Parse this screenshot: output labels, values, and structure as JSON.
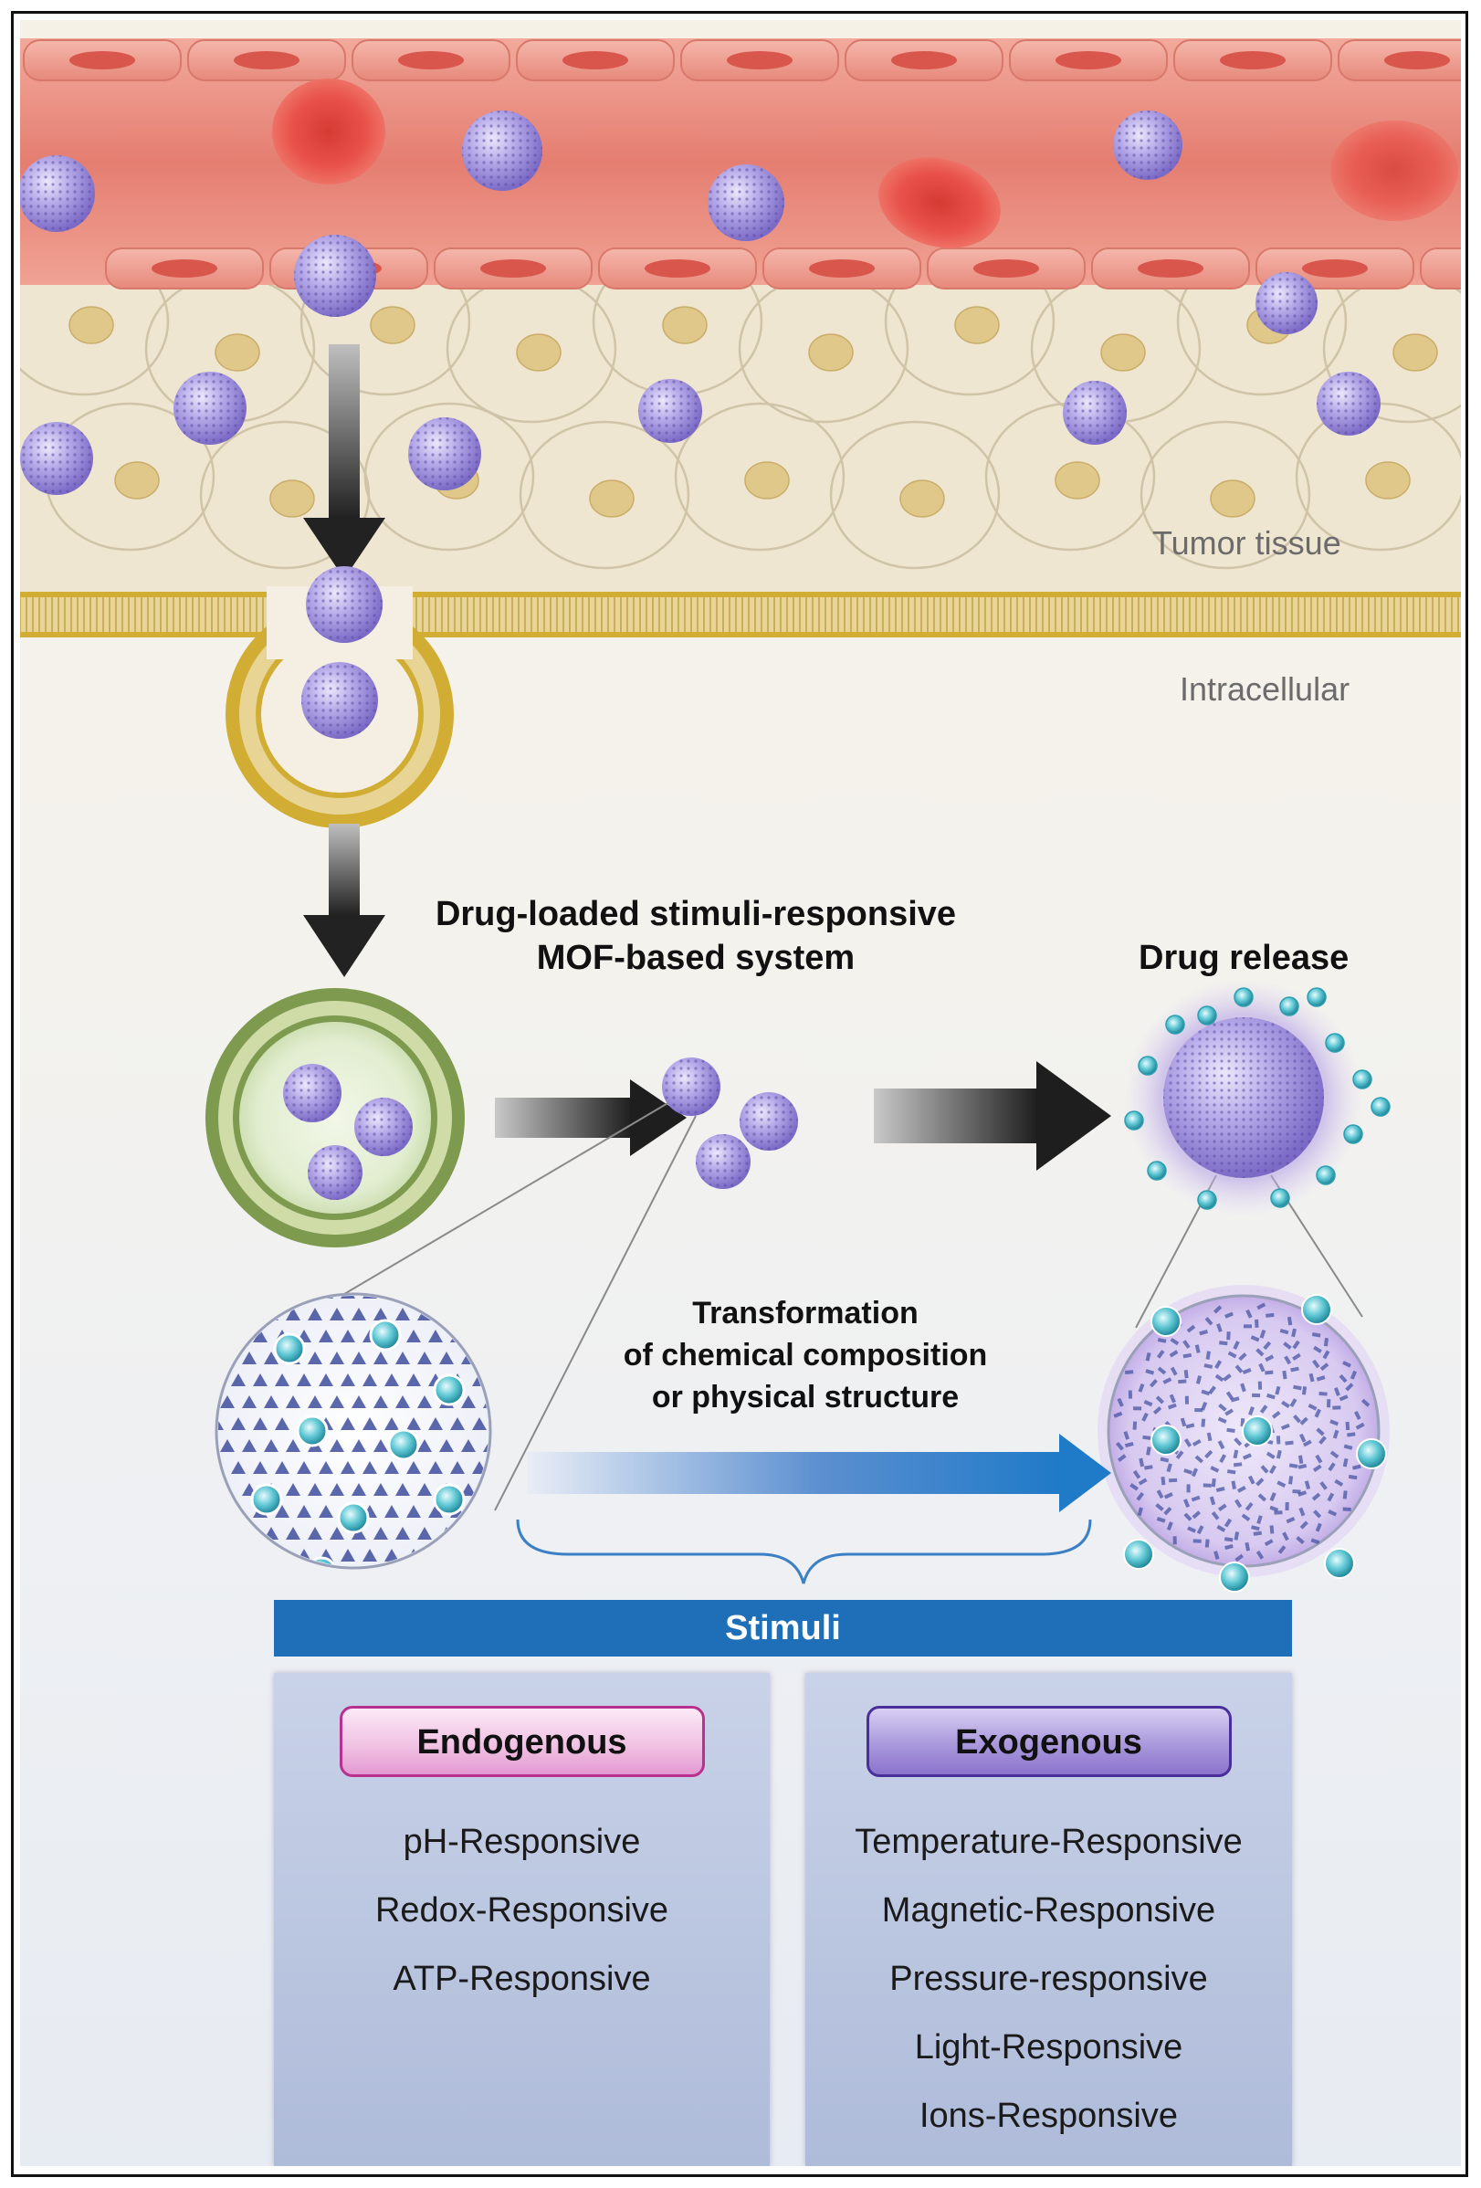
{
  "regions": {
    "tumor_tissue": "Tumor tissue",
    "intracellular": "Intracellular"
  },
  "headings": {
    "system_line1": "Drug-loaded stimuli-responsive",
    "system_line2": "MOF-based system",
    "drug_release": "Drug release"
  },
  "transformation": {
    "line1": "Transformation",
    "line2": "of chemical composition",
    "line3": "or physical structure"
  },
  "stimuli": {
    "title": "Stimuli",
    "endogenous": {
      "label": "Endogenous",
      "items": [
        "pH-Responsive",
        "Redox-Responsive",
        "ATP-Responsive"
      ]
    },
    "exogenous": {
      "label": "Exogenous",
      "items": [
        "Temperature-Responsive",
        "Magnetic-Responsive",
        "Pressure-responsive",
        "Light-Responsive",
        "Ions-Responsive"
      ]
    }
  },
  "colors": {
    "blood_vessel": "#e88a7e",
    "red_blood_cell": "#e2473f",
    "nanoparticle": "#9d8fd6",
    "cell_nucleus": "#e0c88a",
    "stimuli_bar": "#1f6fb8",
    "drug_molecule": "#3fb5c4"
  }
}
